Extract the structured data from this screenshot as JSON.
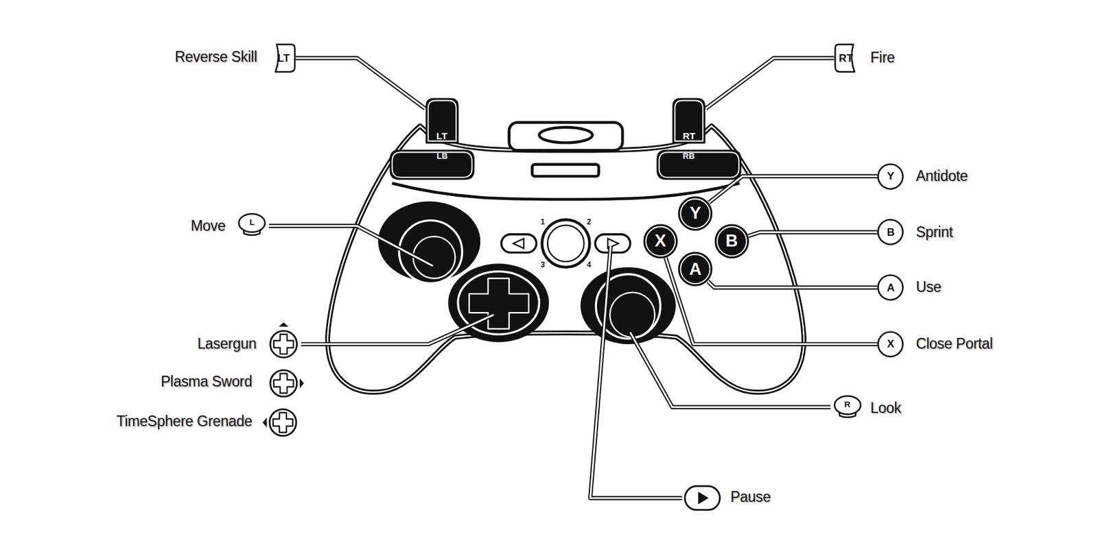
{
  "diagram": {
    "nodes": [
      {
        "text": [
          "LT"
        ]
      },
      {
        "text": [
          "RT"
        ]
      },
      {
        "text": [
          "LT"
        ]
      },
      {
        "text": [
          "RT"
        ]
      },
      {
        "text": [
          "LB"
        ]
      },
      {
        "text": [
          "RB"
        ]
      },
      {
        "text": [
          "Y"
        ]
      },
      {
        "text": [
          "Y"
        ]
      },
      {
        "text": [
          "L"
        ]
      },
      {
        "text": [
          "X"
        ]
      },
      {
        "text": [
          "B"
        ]
      },
      {
        "text": [
          "B"
        ]
      },
      {
        "text": [
          "A"
        ]
      },
      {
        "text": [
          "A"
        ]
      },
      {
        "text": [
          "X"
        ]
      },
      {
        "text": [
          "R"
        ]
      }
    ],
    "edges": [
      {
        "from": 2,
        "to": 0,
        "arrow": "none"
      },
      {
        "from": 3,
        "to": 1,
        "arrow": "none"
      },
      {
        "from": 6,
        "to": 7,
        "arrow": "none"
      },
      {
        "from": 10,
        "to": 11,
        "arrow": "none"
      },
      {
        "from": 12,
        "to": 13,
        "arrow": "none"
      },
      {
        "from": 9,
        "to": 14,
        "arrow": "none"
      }
    ],
    "labels": [
      "Reverse Skill",
      "Fire",
      "Antidote",
      "Move",
      "1",
      "2",
      "Sprint",
      "3",
      "4",
      "Use",
      "Lasergun",
      "Close Portal",
      "Plasma Sword",
      "Look",
      "TimeSphere Grenade",
      "Pause"
    ]
  }
}
